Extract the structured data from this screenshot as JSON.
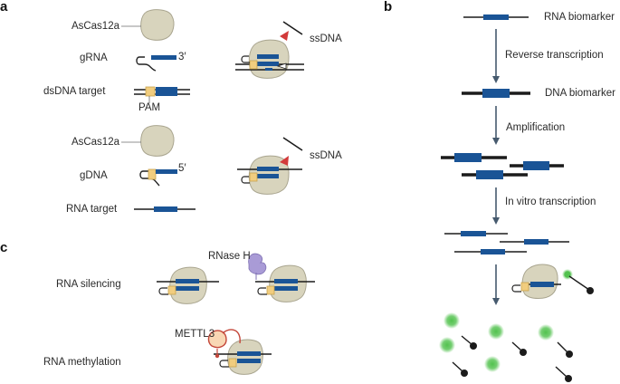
{
  "colors": {
    "protein": "#d8d4bd",
    "protein_edge": "#a9a58f",
    "rna_blue": "#1a5496",
    "pam": "#f1cd7f",
    "pam_edge": "#c9a24e",
    "cleave_marker": "#d23a3a",
    "rnase": "#a99bd6",
    "mettl3": "#f8d7b4",
    "mettl3_edge": "#c4473a",
    "reporter_green": "#52c24e",
    "dark": "#1b1b1b"
  },
  "panels": {
    "a": "a",
    "b": "b",
    "c": "c"
  },
  "panel_a": {
    "row1": {
      "protein": "AsCas12a",
      "guide": "gRNA",
      "guide_end": "3′",
      "target": "dsDNA target",
      "pam": "PAM",
      "cleaved": "ssDNA"
    },
    "row2": {
      "protein": "AsCas12a",
      "guide": "gDNA",
      "guide_end": "5′",
      "target": "RNA target",
      "cleaved": "ssDNA"
    }
  },
  "panel_b": {
    "stages": [
      "RNA biomarker",
      "DNA biomarker"
    ],
    "steps": [
      "Reverse transcription",
      "Amplification",
      "In vitro transcription"
    ]
  },
  "panel_c": {
    "rows": [
      {
        "label": "RNA silencing",
        "enzyme": "RNase H"
      },
      {
        "label": "RNA methylation",
        "enzyme": "METTL3"
      }
    ]
  }
}
